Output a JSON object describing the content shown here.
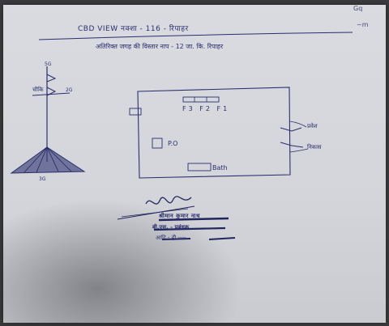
{
  "document": {
    "title": "CBD VIEW नक्शा - 116 - रिपाहर",
    "subtitle": "अतिरिक्त जगह की विस्तार नाप - 12 जा. कि. रिपाहर",
    "corner_note_1": "Gq",
    "corner_note_2": "~m"
  },
  "mast": {
    "label_top": "5G",
    "label_left": "चौकि",
    "label_right": "2G",
    "label_bottom": "3G"
  },
  "room": {
    "f_labels": "F3 F2 F1",
    "po_label": "P.O",
    "bath_label": "Bath",
    "door_label_1": "प्रवेश",
    "door_label_2": "निकास"
  },
  "signature": {
    "name_line": "श्रीमान कुमार नाथ",
    "line_2": "बी.एस. - प्रबंधक",
    "line_3": "आदि - ही ----"
  }
}
